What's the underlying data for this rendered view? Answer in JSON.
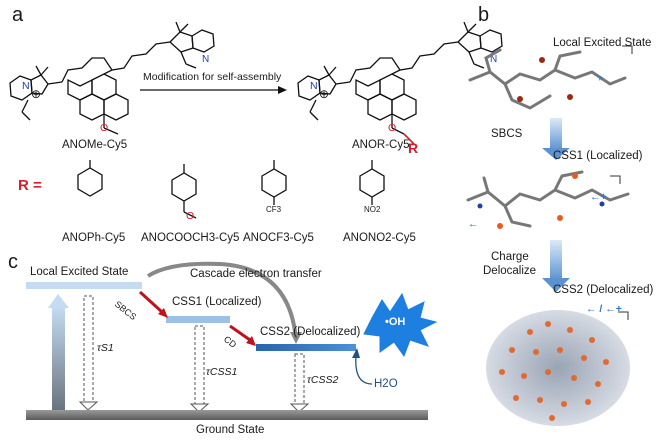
{
  "panels": {
    "a": "a",
    "b": "b",
    "c": "c"
  },
  "panel_a": {
    "reaction_label": "Modification for self-assembly",
    "left_name": "ANOMe-Cy5",
    "right_name": "ANOR-Cy5",
    "r_group_symbol": "R",
    "r_equals": "R =",
    "methoxy_label": "O",
    "alkoxy_label": "O",
    "n_left": "N",
    "n_plus": "⊕",
    "substituents": [
      {
        "name": "ANOPh-Cy5",
        "group": ""
      },
      {
        "name": "ANOCOOCH3-Cy5",
        "group": "O"
      },
      {
        "name": "ANOCF3-Cy5",
        "group": "CF3"
      },
      {
        "name": "ANONO2-Cy5",
        "group": "NO2"
      }
    ]
  },
  "panel_b": {
    "states": [
      "Local Excited State",
      "CSS1 (Localized)",
      "CSS2 (Delocalized)"
    ],
    "step1": "SBCS",
    "step2_line1": "Charge",
    "step2_line2": "Delocalize",
    "mark_star": "*",
    "mark_css1": "←+",
    "mark_css2": "← / ←+",
    "mark_minus": "←"
  },
  "panel_c": {
    "local_excited": "Local Excited State",
    "cascade": "Cascade electron transfer",
    "sbcs": "SBCS",
    "css1": "CSS1 (Localized)",
    "cd": "CD",
    "css2": "CSS2 (Delocalized)",
    "oh": "•OH",
    "h2o": "H2O",
    "tau_s1": "τS1",
    "tau_css1": "τCSS1",
    "tau_css2": "τCSS2",
    "ground": "Ground State"
  },
  "colors": {
    "accent_red": "#d4202a",
    "level_blue": "#2f6fb5",
    "light_blue": "#a9c9ea",
    "oh_blue": "#2f8fe0"
  }
}
